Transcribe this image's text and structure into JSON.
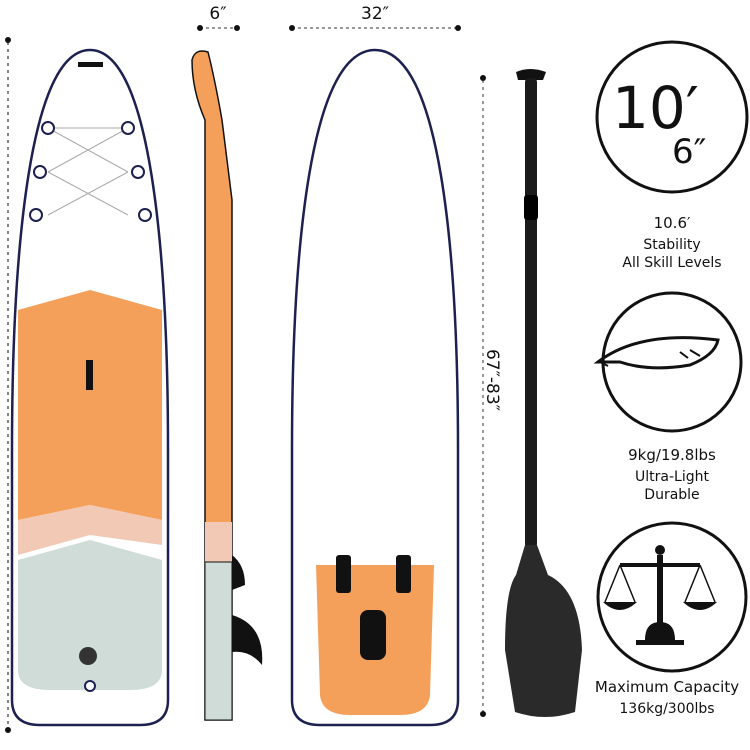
{
  "dimensions": {
    "thickness": "6″",
    "width": "32″",
    "paddle_length": "67″-83″"
  },
  "features": [
    {
      "icon": "length-badge",
      "badge_feet": "10′",
      "badge_inches": "6″",
      "title": "10.6′",
      "lines": [
        "Stability",
        "All Skill Levels"
      ]
    },
    {
      "icon": "feather-icon",
      "title": "9kg/19.8lbs",
      "lines": [
        "Ultra-Light",
        "Durable"
      ]
    },
    {
      "icon": "scale-icon",
      "title": "Maximum Capacity",
      "lines": [
        "136kg/300lbs"
      ]
    }
  ],
  "colors": {
    "orange": "#f4a05a",
    "pink": "#f2c9b5",
    "sage": "#cfdcd7",
    "navy": "#1d2150",
    "paddle": "#1a1a1a"
  }
}
